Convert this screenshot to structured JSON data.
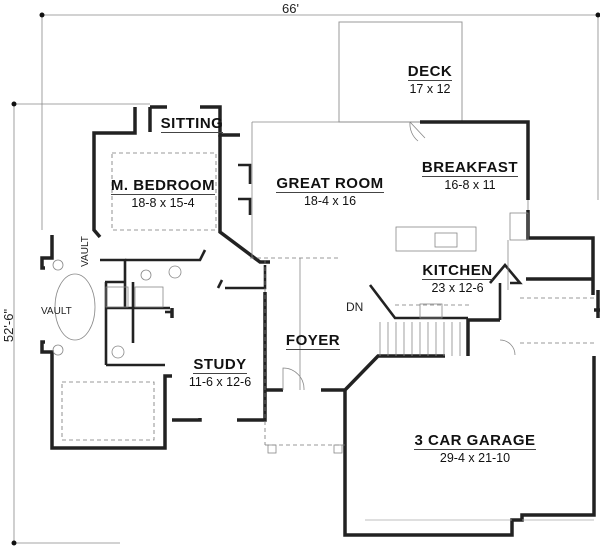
{
  "plan": {
    "overall_width": "66'",
    "overall_depth": "52'-6\"",
    "rooms": [
      {
        "name": "DECK",
        "size": "17 x 12"
      },
      {
        "name": "SITTING",
        "size": ""
      },
      {
        "name": "M. BEDROOM",
        "size": "18-8 x 15-4"
      },
      {
        "name": "GREAT ROOM",
        "size": "18-4 x 16"
      },
      {
        "name": "BREAKFAST",
        "size": "16-8 x 11"
      },
      {
        "name": "KITCHEN",
        "size": "23 x 12-6"
      },
      {
        "name": "FOYER",
        "size": ""
      },
      {
        "name": "STUDY",
        "size": "11-6 x 12-6"
      },
      {
        "name": "3 CAR GARAGE",
        "size": "29-4 x 21-10"
      }
    ],
    "annotations": {
      "vault_upper": "VAULT",
      "vault_tub": "VAULT",
      "stairs_down": "DN"
    }
  }
}
